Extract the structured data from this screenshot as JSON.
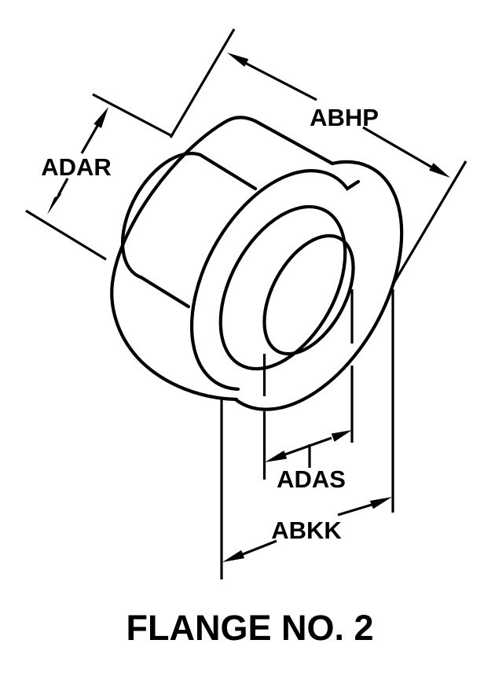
{
  "figure": {
    "title": "FLANGE NO. 2",
    "type_note": "technical outline drawing of a flanged bushing with dimension callouts",
    "colors": {
      "line": "#000000",
      "background": "#ffffff"
    },
    "dimension_labels": {
      "flange_outer_diameter": "ABHP",
      "hub_diameter": "ADAR",
      "hole_diameter": "ADAS",
      "overall_width": "ABKK"
    }
  }
}
